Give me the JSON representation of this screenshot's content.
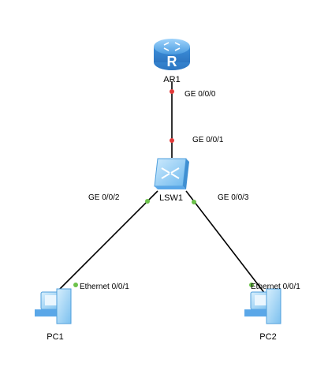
{
  "devices": {
    "router": {
      "name": "AR1",
      "icon": "router-icon"
    },
    "switch": {
      "name": "LSW1",
      "icon": "switch-icon"
    },
    "pc1": {
      "name": "PC1",
      "icon": "pc-icon"
    },
    "pc2": {
      "name": "PC2",
      "icon": "pc-icon"
    }
  },
  "links": [
    {
      "id": "ar1-lsw1",
      "a_port": "GE 0/0/0",
      "b_port": "GE 0/0/1",
      "status_color": "#e23a3a"
    },
    {
      "id": "lsw1-pc1",
      "a_port": "GE 0/0/2",
      "b_port": "Ethernet 0/0/1",
      "status_color": "#6cc24a"
    },
    {
      "id": "lsw1-pc2",
      "a_port": "GE 0/0/3",
      "b_port": "Ethernet 0/0/1",
      "status_color": "#6cc24a"
    }
  ],
  "colors": {
    "link": "#000000",
    "device_blue": "#5aa7e8",
    "device_light": "#cfe9fb"
  }
}
